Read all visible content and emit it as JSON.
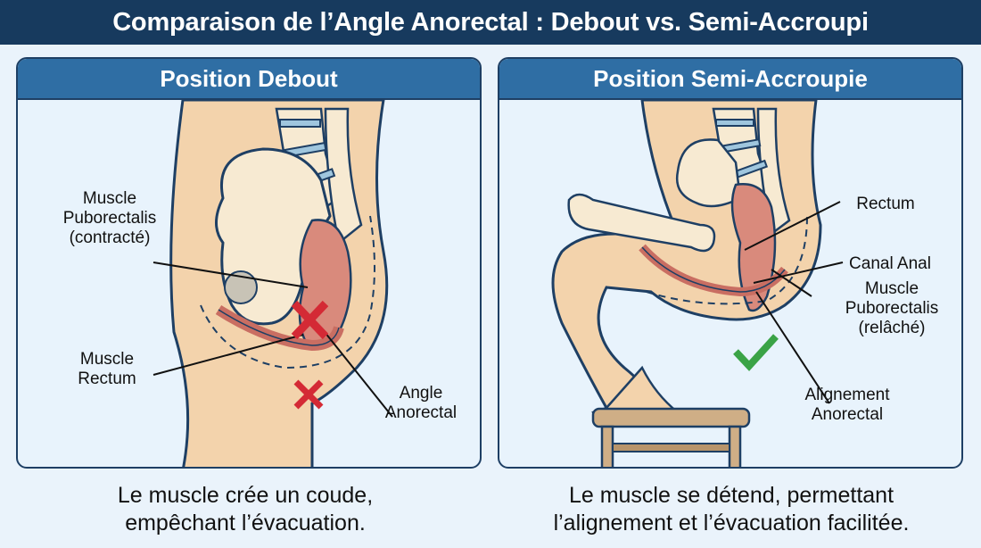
{
  "title": "Comparaison de l’Angle Anorectal : Debout vs. Semi-Accroupi",
  "colors": {
    "title_bg": "#173a5e",
    "header_bg": "#2f6ea4",
    "panel_bg": "#e8f3fc",
    "skin": "#f3d3ac",
    "bone": "#f7ead2",
    "muscle": "#d98a7c",
    "cross_red": "#d42a35",
    "check_green": "#3aa346",
    "stool_wood": "#cfae86"
  },
  "panels": [
    {
      "id": "standing",
      "header": "Position Debout",
      "labels": {
        "puborectalis": "Muscle\nPuborectalis\n(contracté)",
        "rectum": "Muscle\nRectum",
        "angle": "Angle\nAnorectal"
      },
      "icons": [
        "cross-icon",
        "cross-icon"
      ],
      "caption": "Le muscle crée un coude,\nempêchant l’évacuation."
    },
    {
      "id": "semi-squat",
      "header": "Position Semi-Accroupie",
      "labels": {
        "rectum": "Rectum",
        "anal_canal": "Canal Anal",
        "puborectalis": "Muscle\nPuborectalis\n(relâché)",
        "alignment": "Alignement\nAnorectal"
      },
      "icons": [
        "checkmark-icon"
      ],
      "caption": "Le muscle se détend, permettant\nl’alignement et l’évacuation facilitée."
    }
  ]
}
